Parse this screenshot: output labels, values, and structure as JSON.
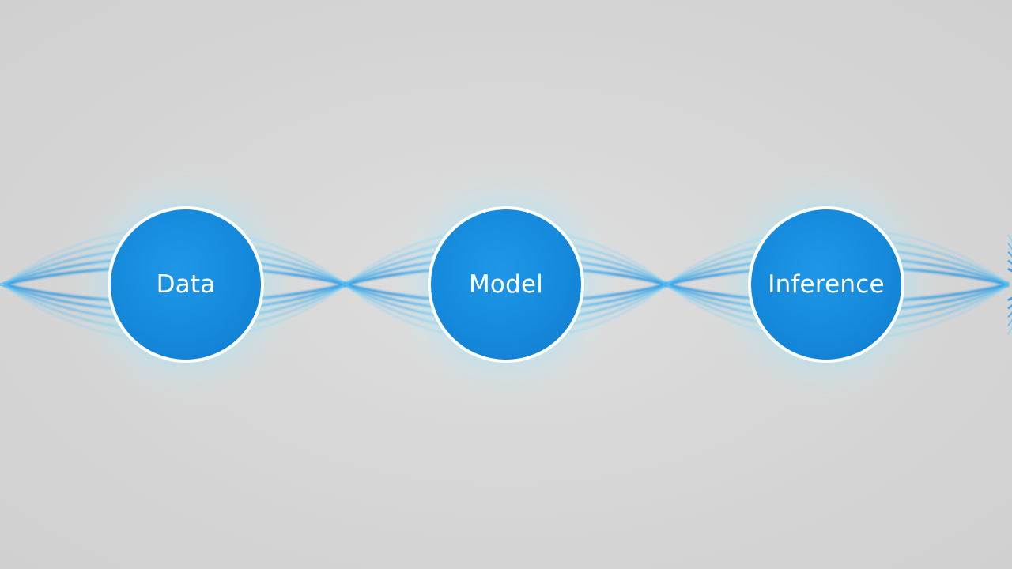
{
  "nodes": [
    {
      "id": "data",
      "label": "Data"
    },
    {
      "id": "model",
      "label": "Model"
    },
    {
      "id": "inference",
      "label": "Inference"
    }
  ],
  "colors": {
    "background": "#d6d6d6",
    "node_fill": "#1a8ee0",
    "node_ring": "#ffffff",
    "glow": "#7fe0ff",
    "strand": "#3aa8ec"
  }
}
